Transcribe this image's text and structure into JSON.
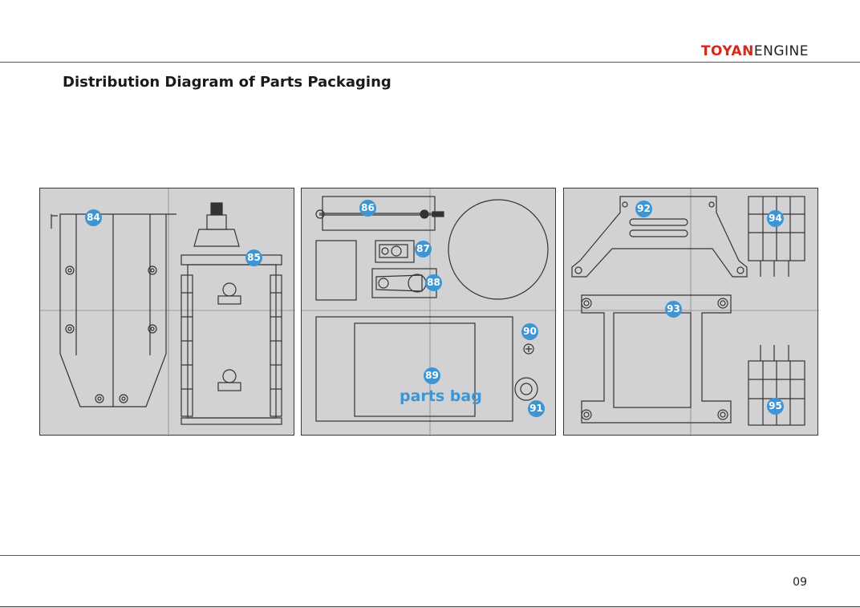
{
  "header": {
    "brand_primary": "TOYAN",
    "brand_secondary": "ENGINE"
  },
  "page_title": "Distribution Diagram of Parts Packaging",
  "footer": {
    "page_number": "09"
  },
  "colors": {
    "accent_badge": "#3e95d3",
    "brand_red": "#d9271c",
    "panel_bg": "#d2d2d4"
  },
  "parts": {
    "p84": "84",
    "p85": "85",
    "p86": "86",
    "p87": "87",
    "p88": "88",
    "p89": "89",
    "p89_label": "parts bag",
    "p90": "90",
    "p91": "91",
    "p92": "92",
    "p93": "93",
    "p94": "94",
    "p95": "95"
  }
}
